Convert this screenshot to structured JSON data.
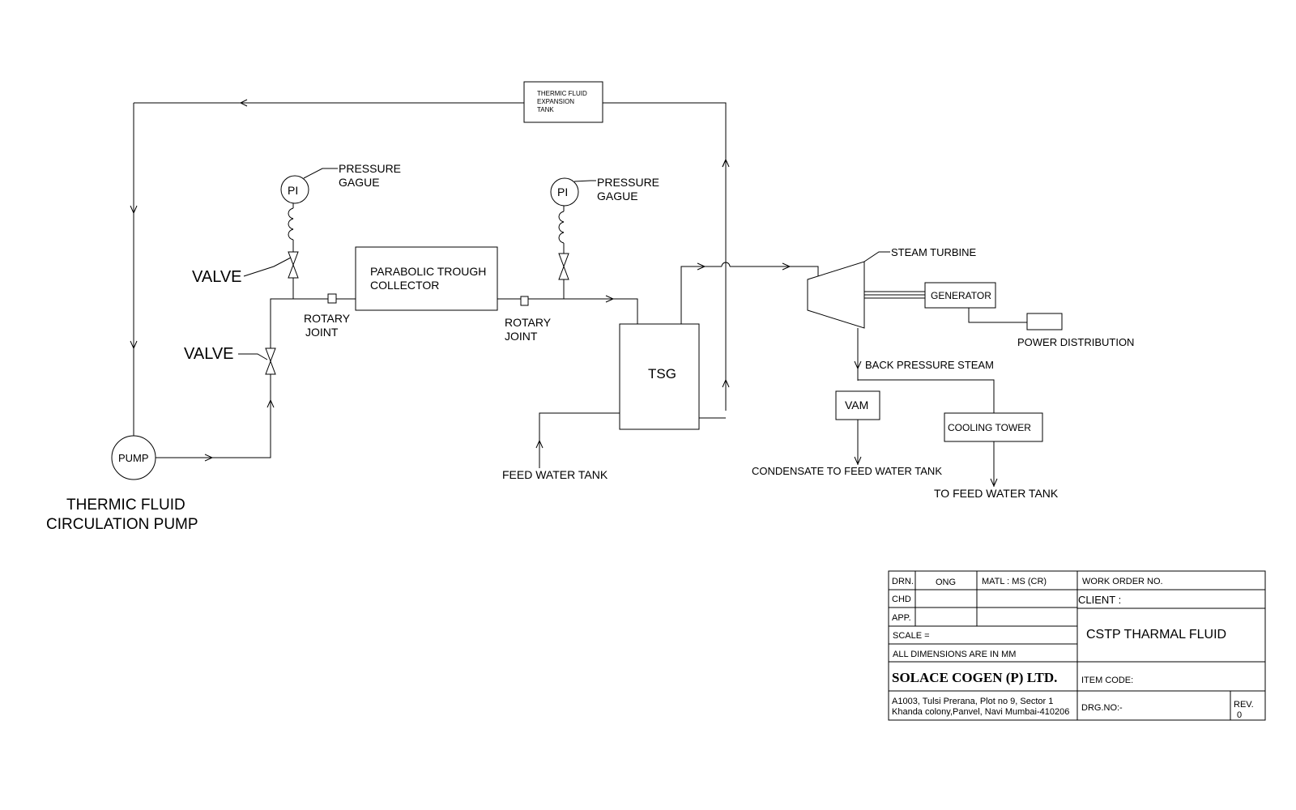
{
  "labels": {
    "expansion_tank": [
      "THERMIC FLUID",
      "EXPANSION",
      "TANK"
    ],
    "pressure_gauge_1": [
      "PRESSURE",
      "GAGUE"
    ],
    "pressure_gauge_2": [
      "PRESSURE",
      "GAGUE"
    ],
    "pi_1": "PI",
    "pi_2": "PI",
    "valve_1": "VALVE",
    "valve_2": "VALVE",
    "collector": [
      "PARABOLIC TROUGH",
      "COLLECTOR"
    ],
    "rotary_joint_1": [
      "ROTARY",
      "JOINT"
    ],
    "rotary_joint_2": [
      "ROTARY",
      "JOINT"
    ],
    "tsg": "TSG",
    "pump": "PUMP",
    "pump_title": [
      "THERMIC FLUID",
      "CIRCULATION PUMP"
    ],
    "feed_water_tank": "FEED WATER TANK",
    "steam_turbine": "STEAM TURBINE",
    "generator": "GENERATOR",
    "power_distribution": "POWER DISTRIBUTION",
    "back_pressure_steam": "BACK PRESSURE STEAM",
    "vam": "VAM",
    "cooling_tower": "COOLING TOWER",
    "condensate": "CONDENSATE TO FEED WATER TANK",
    "to_feed_water_tank": "TO FEED WATER TANK"
  },
  "title_block": {
    "drn_label": "DRN.",
    "drn_value": "ONG",
    "matl": "MATL : MS (CR)",
    "work_order": "WORK ORDER NO.",
    "chd_label": "CHD",
    "client_label": "CLIENT :",
    "app_label": "APP.",
    "project": "CSTP THARMAL FLUID",
    "scale": "SCALE =",
    "dimensions_note": "ALL DIMENSIONS ARE IN MM",
    "company": "SOLACE COGEN (P) LTD.",
    "item_code": "ITEM CODE:",
    "address": [
      "A1003, Tulsi Prerana, Plot no 9, Sector 1",
      "Khanda colony,Panvel, Navi Mumbai-410206"
    ],
    "drg_no": "DRG.NO:-",
    "rev_label": "REV.",
    "rev_value": "0"
  }
}
